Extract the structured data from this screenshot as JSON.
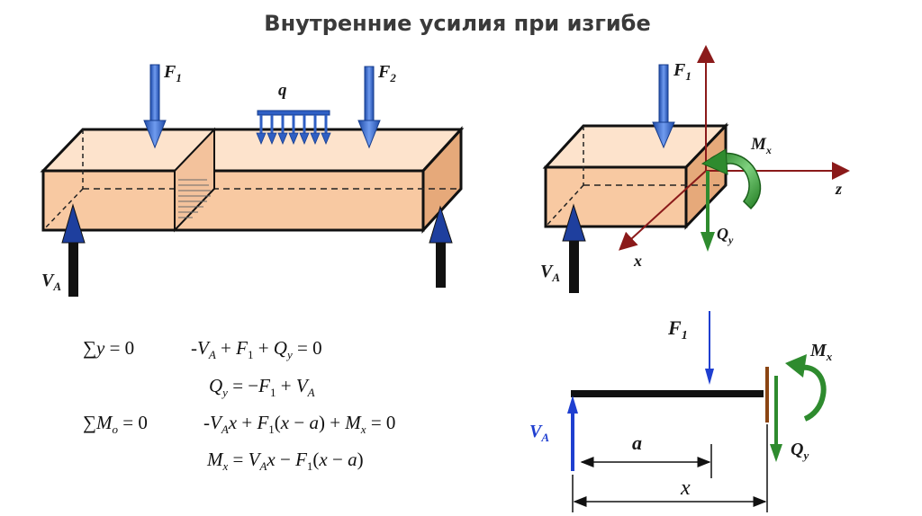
{
  "title": "Внутренние усилия при изгибе",
  "beam_diagram": {
    "force_1": "F",
    "force_1_sub": "1",
    "force_2": "F",
    "force_2_sub": "2",
    "distributed_load": "q",
    "reaction": "V",
    "reaction_sub": "A"
  },
  "section_diagram": {
    "force": "F",
    "force_sub": "1",
    "moment": "M",
    "moment_sub": "x",
    "shear": "Q",
    "shear_sub": "y",
    "axis_z": "z",
    "axis_x": "x",
    "reaction": "V",
    "reaction_sub": "A"
  },
  "equations": [
    {
      "lhs": "∑y = 0",
      "rhs": "-V_A + F_1 + Q_y = 0"
    },
    {
      "lhs": "",
      "rhs": "Q_y = −F_1 + V_A"
    },
    {
      "lhs": "∑M_o = 0",
      "rhs": "-V_A x + F_1(x − a) + M_x = 0"
    },
    {
      "lhs": "",
      "rhs": "M_x = V_A x − F_1(x − a)"
    }
  ],
  "free_body": {
    "force": "F",
    "force_sub": "1",
    "moment": "M",
    "moment_sub": "x",
    "shear": "Q",
    "shear_sub": "y",
    "reaction": "V",
    "reaction_sub": "A",
    "dim_a": "a",
    "dim_x": "x"
  },
  "colors": {
    "beam_fill": "#f8cba4",
    "beam_stroke": "#1a1a1a",
    "force_arrow": "#2f5fc4",
    "reaction_arrow": "#111111",
    "axis": "#8b1a1a",
    "moment_green": "#2e8b2e",
    "shear_green": "#2e8b2e",
    "fbd_blue": "#1f3fd0"
  }
}
